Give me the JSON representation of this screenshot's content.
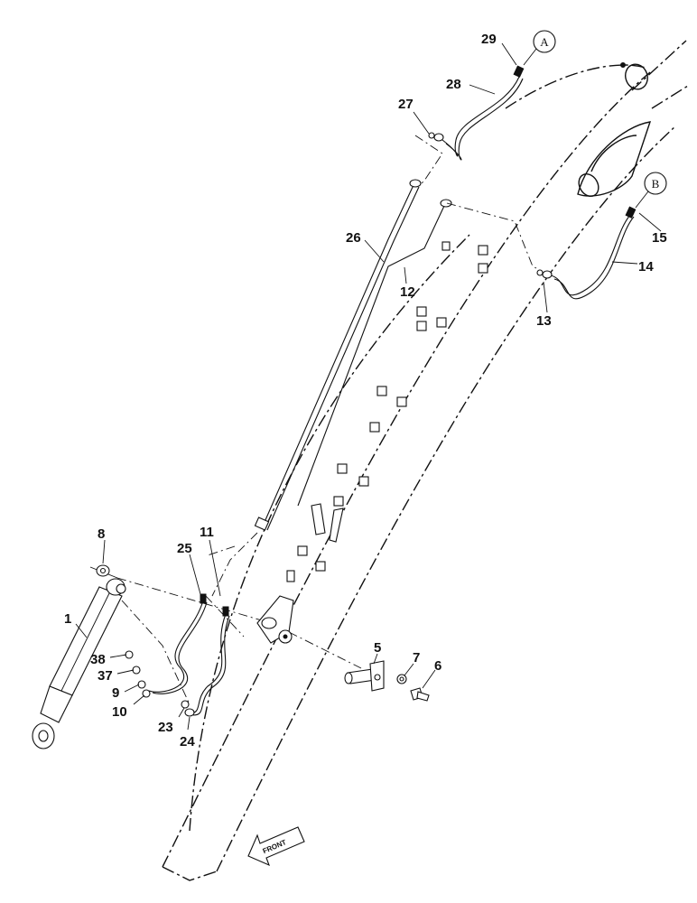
{
  "callouts": [
    "A",
    "B"
  ],
  "front_marker": "FRONT",
  "part_labels": [
    "29",
    "28",
    "27",
    "26",
    "12",
    "14",
    "15",
    "13",
    "8",
    "11",
    "25",
    "1",
    "38",
    "37",
    "9",
    "10",
    "23",
    "24",
    "5",
    "7",
    "6"
  ]
}
